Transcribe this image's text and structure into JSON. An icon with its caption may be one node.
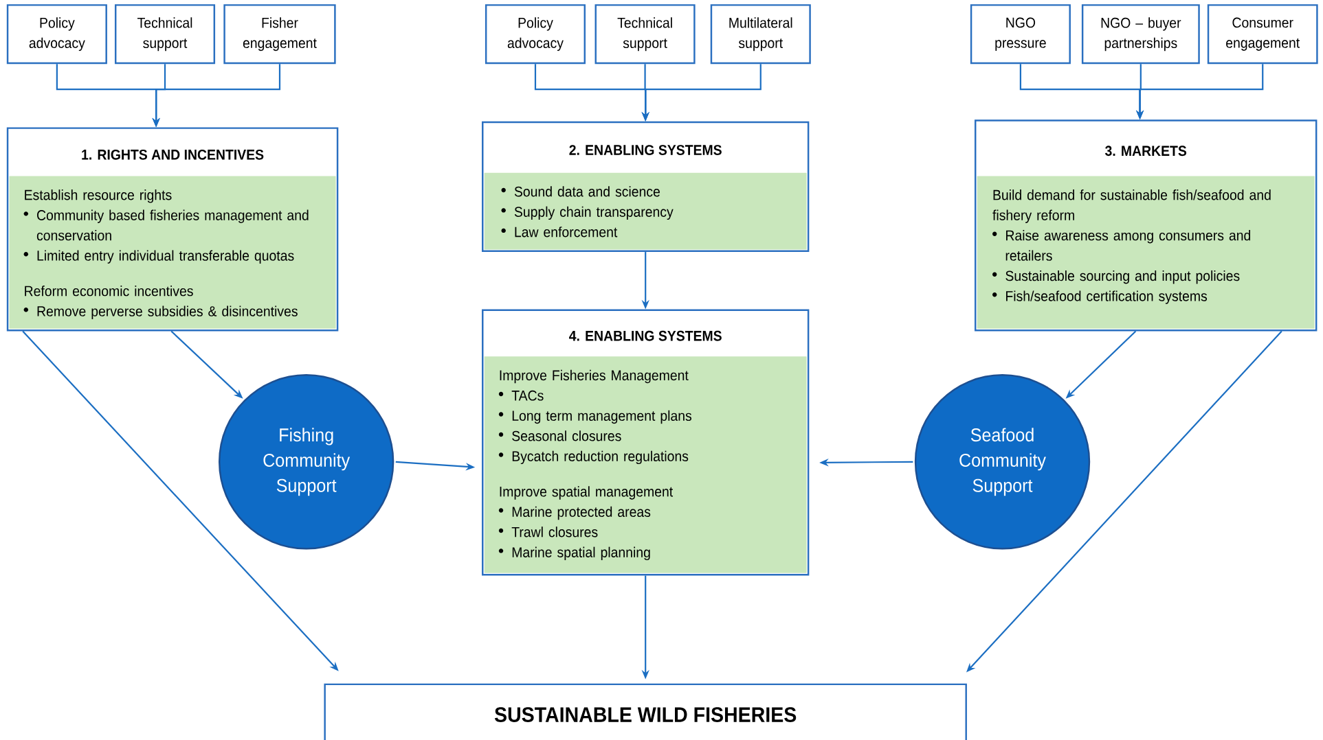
{
  "diagram": {
    "nodes": [
      {
        "text": [
          "Policy advocacy"
        ]
      },
      {
        "text": [
          "Technical support"
        ]
      },
      {
        "text": [
          "Fisher engagement"
        ]
      },
      {
        "text": [
          "1. RIGHTS AND INCENTIVES",
          "Establish resource rights",
          "Community based fisheries management and conservation",
          "Limited entry individual transferable quotas",
          "Reform economic incentives",
          "Remove perverse subsidies & disincentives"
        ]
      },
      {
        "text": [
          "Policy advocacy"
        ]
      },
      {
        "text": [
          "Technical support"
        ]
      },
      {
        "text": [
          "Multilateral support"
        ]
      },
      {
        "text": [
          "2. ENABLING SYSTEMS",
          "Sound data and science",
          "Supply chain transparency",
          "Law enforcement"
        ]
      },
      {
        "text": [
          "NGO pressure"
        ]
      },
      {
        "text": [
          "NGO – buyer partnerships"
        ]
      },
      {
        "text": [
          "Consumer engagement"
        ]
      },
      {
        "text": [
          "3. MARKETS",
          "Build demand for sustainable fish/seafood and fishery reform",
          "Raise awareness among consumers and retailers",
          "Sustainable sourcing and input policies",
          "Fish/seafood certification systems"
        ]
      },
      {
        "text": [
          "Fishing Community Support"
        ]
      },
      {
        "text": [
          "4. ENABLING SYSTEMS",
          "Improve Fisheries Management",
          "TACs",
          "Long term management plans",
          "Seasonal closures",
          "Bycatch reduction regulations",
          "Improve spatial management",
          "Marine protected areas",
          "Trawl closures",
          "Marine spatial planning"
        ]
      },
      {
        "text": [
          "Seafood Community Support"
        ]
      },
      {
        "text": [
          "SUSTAINABLE WILD FISHERIES"
        ]
      }
    ],
    "edges": [
      {
        "from": 0,
        "to": 3,
        "arrow": "to"
      },
      {
        "from": 1,
        "to": 3,
        "arrow": "to"
      },
      {
        "from": 2,
        "to": 3,
        "arrow": "to"
      },
      {
        "from": 4,
        "to": 7,
        "arrow": "to"
      },
      {
        "from": 5,
        "to": 7,
        "arrow": "to"
      },
      {
        "from": 6,
        "to": 7,
        "arrow": "to"
      },
      {
        "from": 8,
        "to": 11,
        "arrow": "to"
      },
      {
        "from": 9,
        "to": 11,
        "arrow": "to"
      },
      {
        "from": 10,
        "to": 11,
        "arrow": "to"
      },
      {
        "from": 3,
        "to": 12,
        "arrow": "to"
      },
      {
        "from": 3,
        "to": 15,
        "arrow": "to"
      },
      {
        "from": 7,
        "to": 13,
        "arrow": "to"
      },
      {
        "from": 11,
        "to": 14,
        "arrow": "to"
      },
      {
        "from": 11,
        "to": 15,
        "arrow": "to"
      },
      {
        "from": 12,
        "to": 13,
        "arrow": "to"
      },
      {
        "from": 14,
        "to": 13,
        "arrow": "to"
      },
      {
        "from": 13,
        "to": 15,
        "arrow": "to"
      }
    ]
  }
}
